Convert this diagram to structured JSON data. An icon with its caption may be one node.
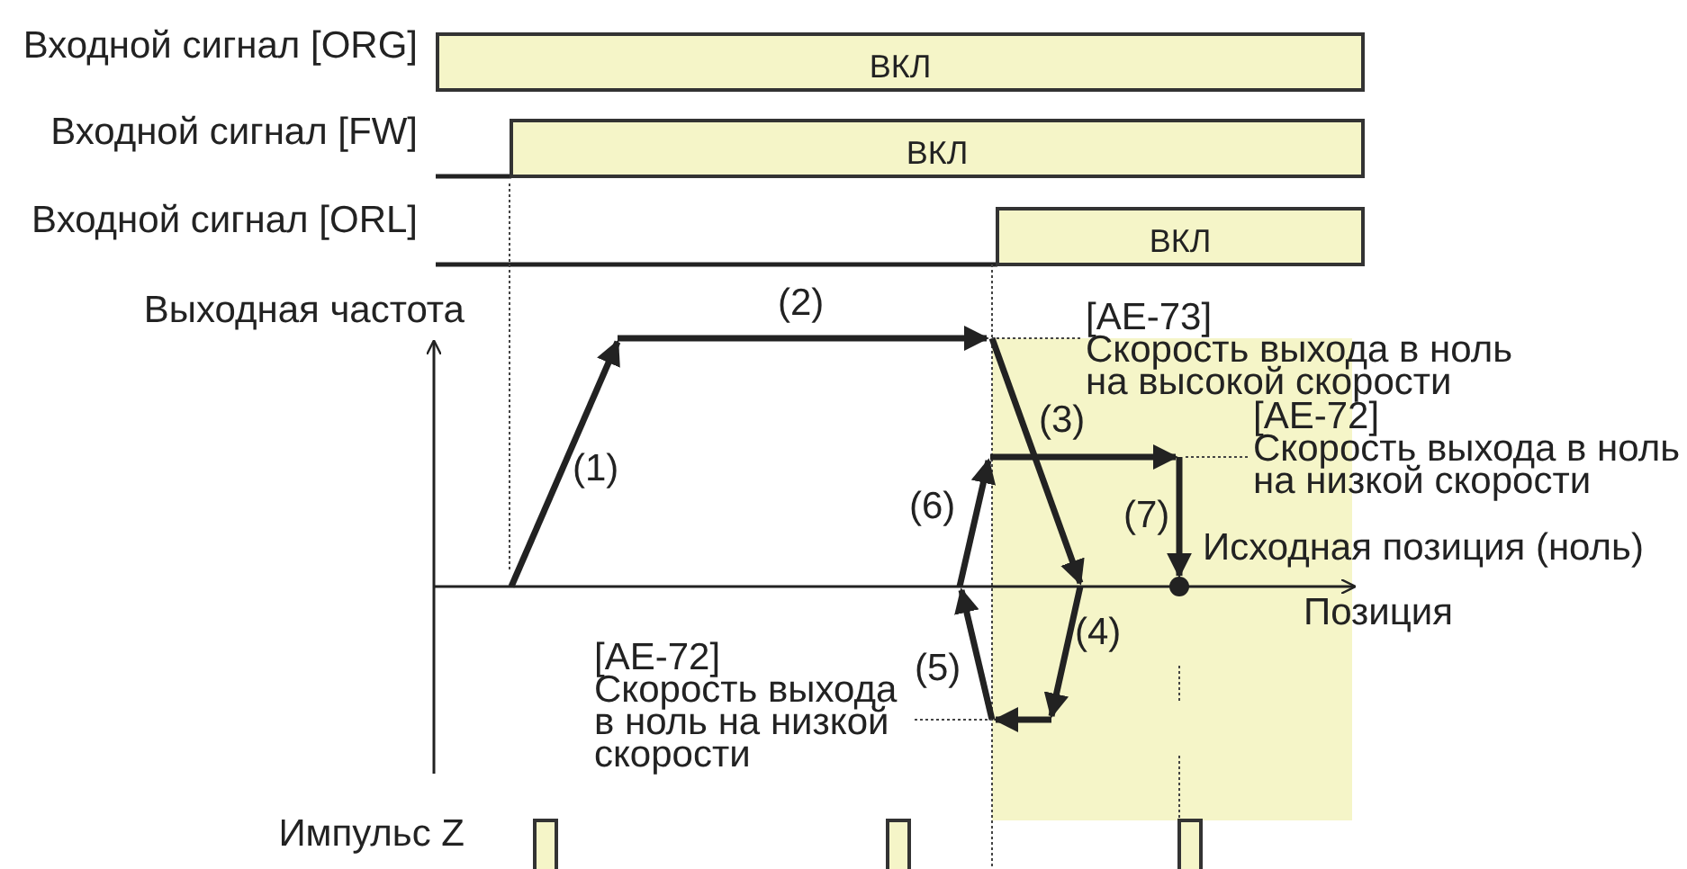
{
  "diagram": {
    "nodes": [
      {
        "text": [
          "ВКЛ"
        ]
      },
      {
        "text": [
          "ВКЛ"
        ]
      },
      {
        "text": [
          "ВКЛ"
        ]
      },
      {
        "text": [
          "[AE-73]",
          "Скорость выхода в ноль на высокой скорости"
        ]
      },
      {
        "text": [
          "[AE-72]",
          "Скорость выхода в ноль на низкой скорости"
        ]
      },
      {
        "text": [
          "[AE-72]",
          "Скорость выхода в ноль на низкой скорости"
        ]
      },
      {
        "text": [],
        "shape": "picture"
      }
    ],
    "edges": [
      {
        "from": 3,
        "to": 6,
        "arrow": "none",
        "style": "dashed"
      },
      {
        "from": 4,
        "to": 6,
        "arrow": "none",
        "style": "dashed"
      },
      {
        "from": 5,
        "to": 6,
        "arrow": "none",
        "style": "dashed"
      }
    ],
    "labels": [
      "Входной сигнал [ORG]",
      "Входной сигнал [FW]",
      "Входной сигнал [ORL]",
      "Выходная частота",
      "(2)",
      "(3)",
      "(1)",
      "(6)",
      "(7)",
      "Исходная позиция (ноль)",
      "(4)",
      "Позиция",
      "(5)",
      "Импульс Z"
    ]
  }
}
